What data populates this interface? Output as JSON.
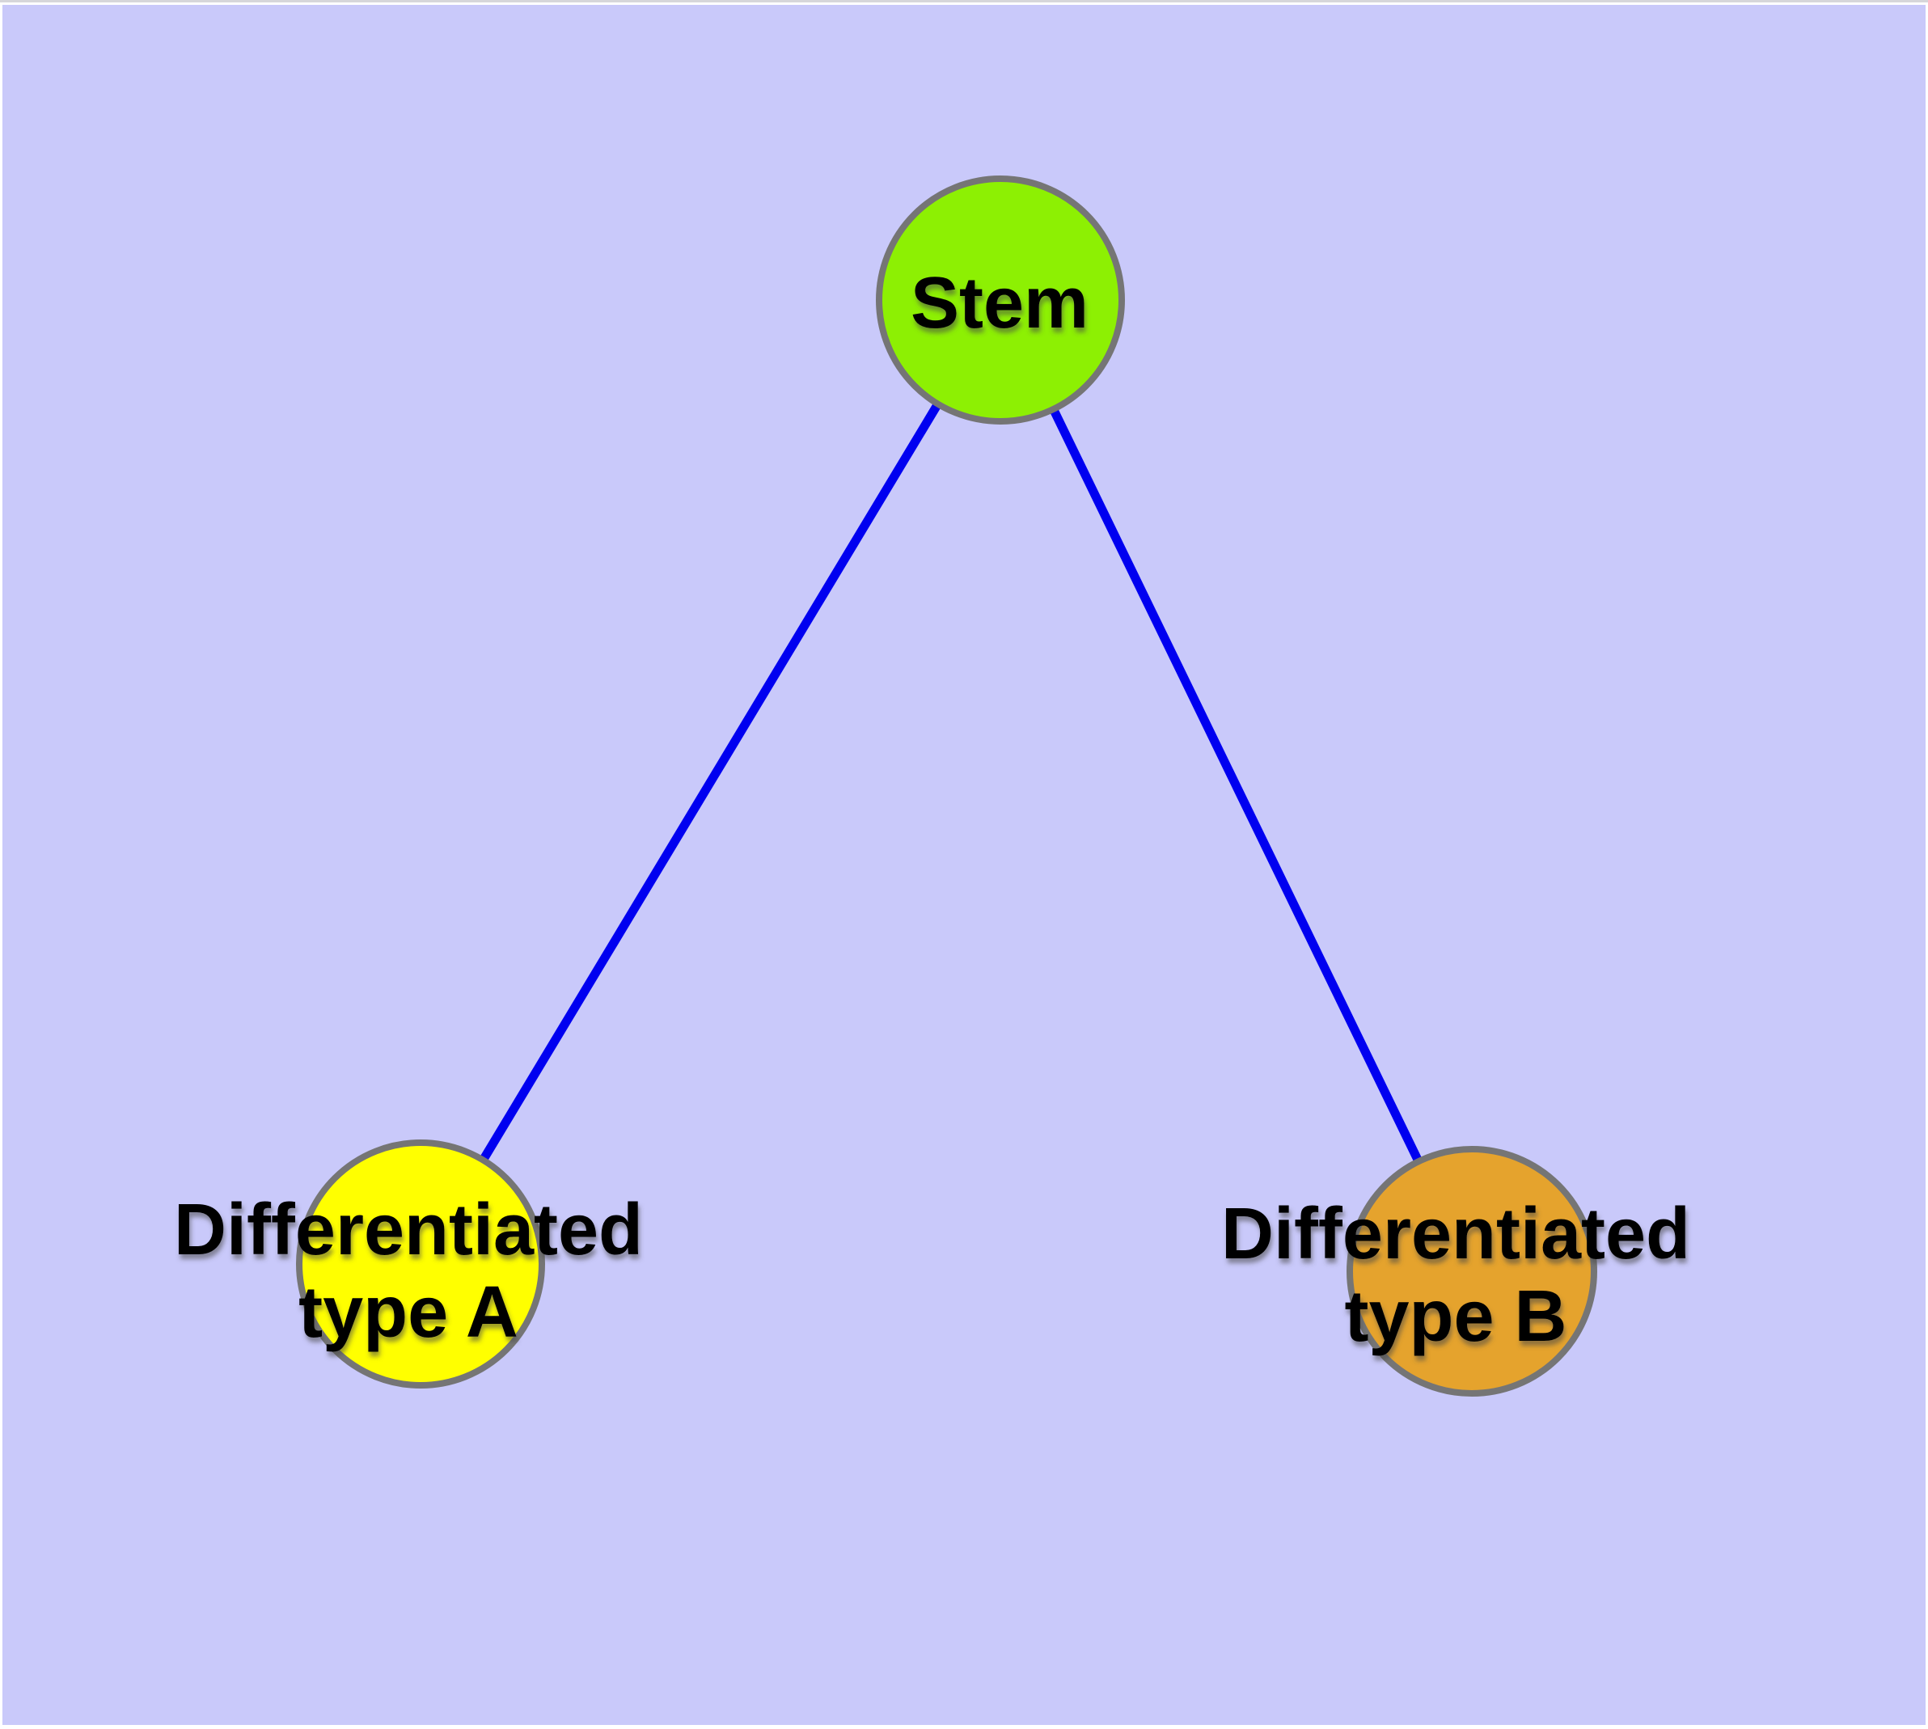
{
  "diagram": {
    "type": "graph",
    "description": "Cell differentiation graph: one stem node with two differentiated child nodes",
    "colors": {
      "page_background": "#ffffff",
      "canvas_background": "#c9c9fa",
      "edge": "#0000f0",
      "node_border": "#757575",
      "label_text": "#000000",
      "top_hairline": "#d6d6da"
    },
    "nodes": [
      {
        "id": "stem",
        "label": "Stem",
        "label_lines": [
          "Stem"
        ],
        "color": "#8df003"
      },
      {
        "id": "type_a",
        "label": "Differentiated type A",
        "label_lines": [
          "Differentiated",
          "type A"
        ],
        "color": "#ffff00"
      },
      {
        "id": "type_b",
        "label": "Differentiated type B",
        "label_lines": [
          "Differentiated",
          "type B"
        ],
        "color": "#e5a32d"
      }
    ],
    "edges": [
      {
        "from": "Stem",
        "to": "Differentiated type A"
      },
      {
        "from": "Stem",
        "to": "Differentiated type B"
      }
    ]
  }
}
